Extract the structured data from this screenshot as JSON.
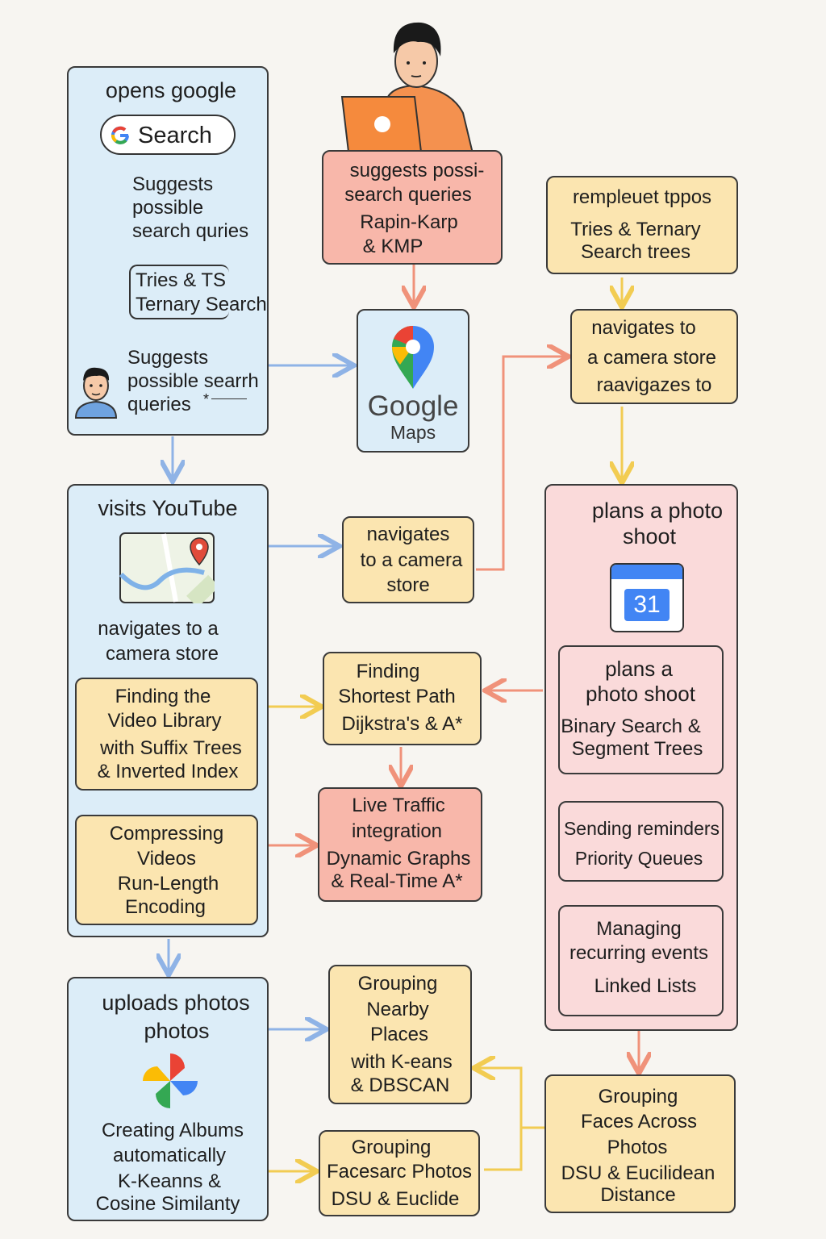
{
  "left_column": {
    "google": {
      "title": "opens google",
      "search_label": "Search",
      "step1": [
        "Suggests",
        "possible",
        "search quries"
      ],
      "trie_box": [
        "Tries & TS",
        "Ternary Search"
      ],
      "step2": [
        "Suggests",
        "possible searrh",
        "queries"
      ],
      "star": "*"
    },
    "youtube": {
      "title": "visits YouTube",
      "nav_text": [
        "navigates to a",
        "camera store"
      ],
      "library": [
        "Finding the",
        "Video Library",
        "with Suffix Trees",
        "& Inverted Index"
      ],
      "compress": [
        "Compressing",
        "Videos",
        "Run-Length",
        "Encoding"
      ]
    },
    "photos": {
      "title": [
        "uploads photos",
        "photos"
      ],
      "albums": [
        "Creating Albums",
        "automatically",
        "K-Keanns &",
        "Cosine Similanty"
      ]
    }
  },
  "middle_column": {
    "suggest": [
      "suggests possi-",
      "search queries",
      "Rapin-Karp",
      "& KMP"
    ],
    "maps": {
      "logo": "Google",
      "sub": "Maps"
    },
    "camera": [
      "navigates",
      "to a camera",
      "store"
    ],
    "shortest": [
      "Finding",
      "Shortest Path",
      "Dijkstra's & A*"
    ],
    "traffic": [
      "Live Traffic",
      "integration",
      "Dynamic Graphs",
      "& Real-Time A*"
    ],
    "nearby": [
      "Grouping",
      "Nearby",
      "Places",
      "with K-eans",
      "& DBSCAN"
    ],
    "faces_small": [
      "Grouping",
      "Facesarc Photos",
      "DSU & Euclide"
    ]
  },
  "right_column": {
    "tries": [
      "rempleuet tppos",
      "Tries & Ternary",
      "Search trees"
    ],
    "camera2": [
      "navigates  to",
      "a camera store",
      "raavigazes to"
    ],
    "plan": {
      "title": [
        "plans a photo",
        "shoot"
      ],
      "calendar_day": "31",
      "binary": [
        "plans a",
        "photo shoot",
        "Binary Search &",
        "Segment Trees"
      ],
      "reminders": [
        "Sending reminders",
        "Priority Queues"
      ],
      "recurring": [
        "Managing",
        "recurring events",
        "Linked Lists"
      ]
    },
    "faces": [
      "Grouping",
      "Faces Across",
      "Photos",
      "DSU & Eucilidean",
      "Distance"
    ]
  },
  "colors": {
    "blue_arrow": "#8fb3e6",
    "purple_arrow": "#b48ad6",
    "salmon_arrow": "#f0927a",
    "yellow_arrow": "#f2cc52"
  }
}
